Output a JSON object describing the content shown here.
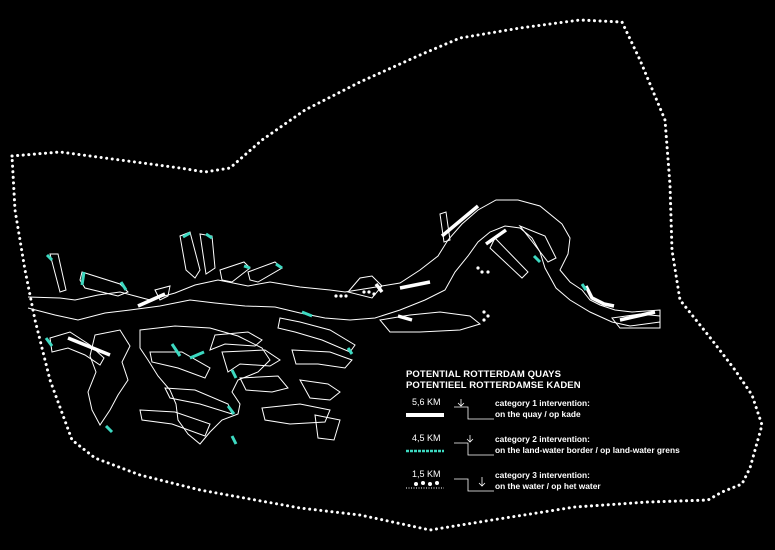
{
  "colors": {
    "background": "#000000",
    "map_line": "#ffffff",
    "category_1": "#ffffff",
    "category_2": "#3dd9c1",
    "category_3": "#ffffff"
  },
  "legend": {
    "title_en": "POTENTIAL ROTTERDAM QUAYS",
    "title_nl": "POTENTIEEL ROTTERDAMSE KADEN",
    "items": [
      {
        "km": "5,6 KM",
        "label": "category 1 intervention:",
        "sublabel": "on the quay / op kade",
        "symbol": "thick-white-line"
      },
      {
        "km": "4,5 KM",
        "label": "category 2 intervention:",
        "sublabel": "on the land-water border / op land-water grens",
        "symbol": "turquoise-line"
      },
      {
        "km": "1,5 KM",
        "label": "category 3 intervention:",
        "sublabel": "on the water / op het water",
        "symbol": "dots-on-water"
      }
    ]
  }
}
